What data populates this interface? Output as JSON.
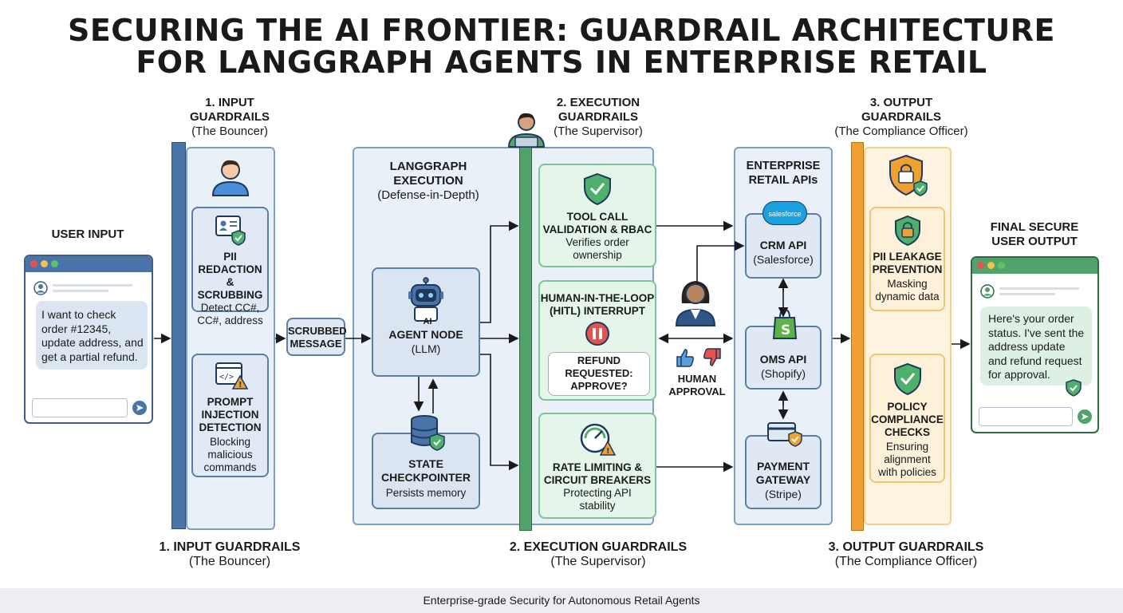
{
  "title_line1": "SECURING THE AI FRONTIER: GUARDRAIL ARCHITECTURE",
  "title_line2": "FOR LANGGRAPH AGENTS IN ENTERPRISE RETAIL",
  "input_guardrails": {
    "header_line1": "1. INPUT",
    "header_line2": "GUARDRAILS",
    "subtitle": "(The Bouncer)",
    "bottom_title": "1. INPUT GUARDRAILS",
    "bottom_subtitle": "(The Bouncer)",
    "pii": {
      "title1": "PII REDACTION",
      "title2": "& SCRUBBING",
      "desc1": "Detect CC#,",
      "desc2": "CC#, address"
    },
    "prompt": {
      "title1": "PROMPT",
      "title2": "INJECTION",
      "title3": "DETECTION",
      "desc1": "Blocking",
      "desc2": "malicious",
      "desc3": "commands"
    }
  },
  "user_input": {
    "label": "USER INPUT",
    "message_lines": [
      "I want to check",
      "order #12345,",
      "update address, and",
      "get a partial refund."
    ]
  },
  "scrubbed": {
    "line1": "SCRUBBED",
    "line2": "MESSAGE"
  },
  "langgraph": {
    "title": "LANGGRAPH EXECUTION",
    "subtitle": "(Defense-in-Depth)",
    "agent": {
      "badge": "AI",
      "title": "AGENT NODE",
      "sub": "(LLM)"
    },
    "state": {
      "title1": "STATE",
      "title2": "CHECKPOINTER",
      "desc": "Persists memory"
    }
  },
  "execution_guardrails": {
    "header_line1": "2. EXECUTION",
    "header_line2": "GUARDRAILS",
    "subtitle": "(The Supervisor)",
    "bottom_title": "2. EXECUTION GUARDRAILS",
    "bottom_subtitle": "(The Supervisor)",
    "tool": {
      "title1": "TOOL CALL",
      "title2": "VALIDATION & RBAC",
      "desc1": "Verifies order",
      "desc2": "ownership"
    },
    "hitl": {
      "title1": "HUMAN-IN-THE-LOOP",
      "title2": "(HITL) INTERRUPT",
      "bubble1": "REFUND",
      "bubble2": "REQUESTED:",
      "bubble3": "APPROVE?"
    },
    "rate": {
      "title1": "RATE LIMITING &",
      "title2": "CIRCUIT BREAKERS",
      "desc1": "Protecting API",
      "desc2": "stability"
    }
  },
  "human_approval": {
    "line1": "HUMAN",
    "line2": "APPROVAL"
  },
  "enterprise": {
    "title1": "ENTERPRISE",
    "title2": "RETAIL APIs",
    "crm": {
      "logo": "salesforce",
      "title": "CRM API",
      "sub": "(Salesforce)"
    },
    "oms": {
      "title": "OMS API",
      "sub": "(Shopify)"
    },
    "payment": {
      "title1": "PAYMENT",
      "title2": "GATEWAY",
      "sub": "(Stripe)"
    }
  },
  "output_guardrails": {
    "header_line1": "3. OUTPUT",
    "header_line2": "GUARDRAILS",
    "subtitle": "(The Compliance Officer)",
    "bottom_title": "3. OUTPUT GUARDRAILS",
    "bottom_subtitle": "(The Compliance Officer)",
    "pii": {
      "title1": "PII LEAKAGE",
      "title2": "PREVENTION",
      "desc1": "Masking",
      "desc2": "dynamic data"
    },
    "policy": {
      "title1": "POLICY",
      "title2": "COMPLIANCE",
      "title3": "CHECKS",
      "desc1": "Ensuring",
      "desc2": "alignment",
      "desc3": "with policies"
    }
  },
  "final_output": {
    "label1": "FINAL SECURE",
    "label2": "USER OUTPUT",
    "message_lines": [
      "Here's your order",
      "status. I've sent the",
      "address update",
      "and refund request",
      "for approval."
    ]
  },
  "footer": "Enterprise-grade Security for Autonomous Retail Agents",
  "colors": {
    "blue": "#4a74a8",
    "green": "#4fa36b",
    "orange": "#f0a030",
    "panel_blue": "#e9f0f8"
  }
}
